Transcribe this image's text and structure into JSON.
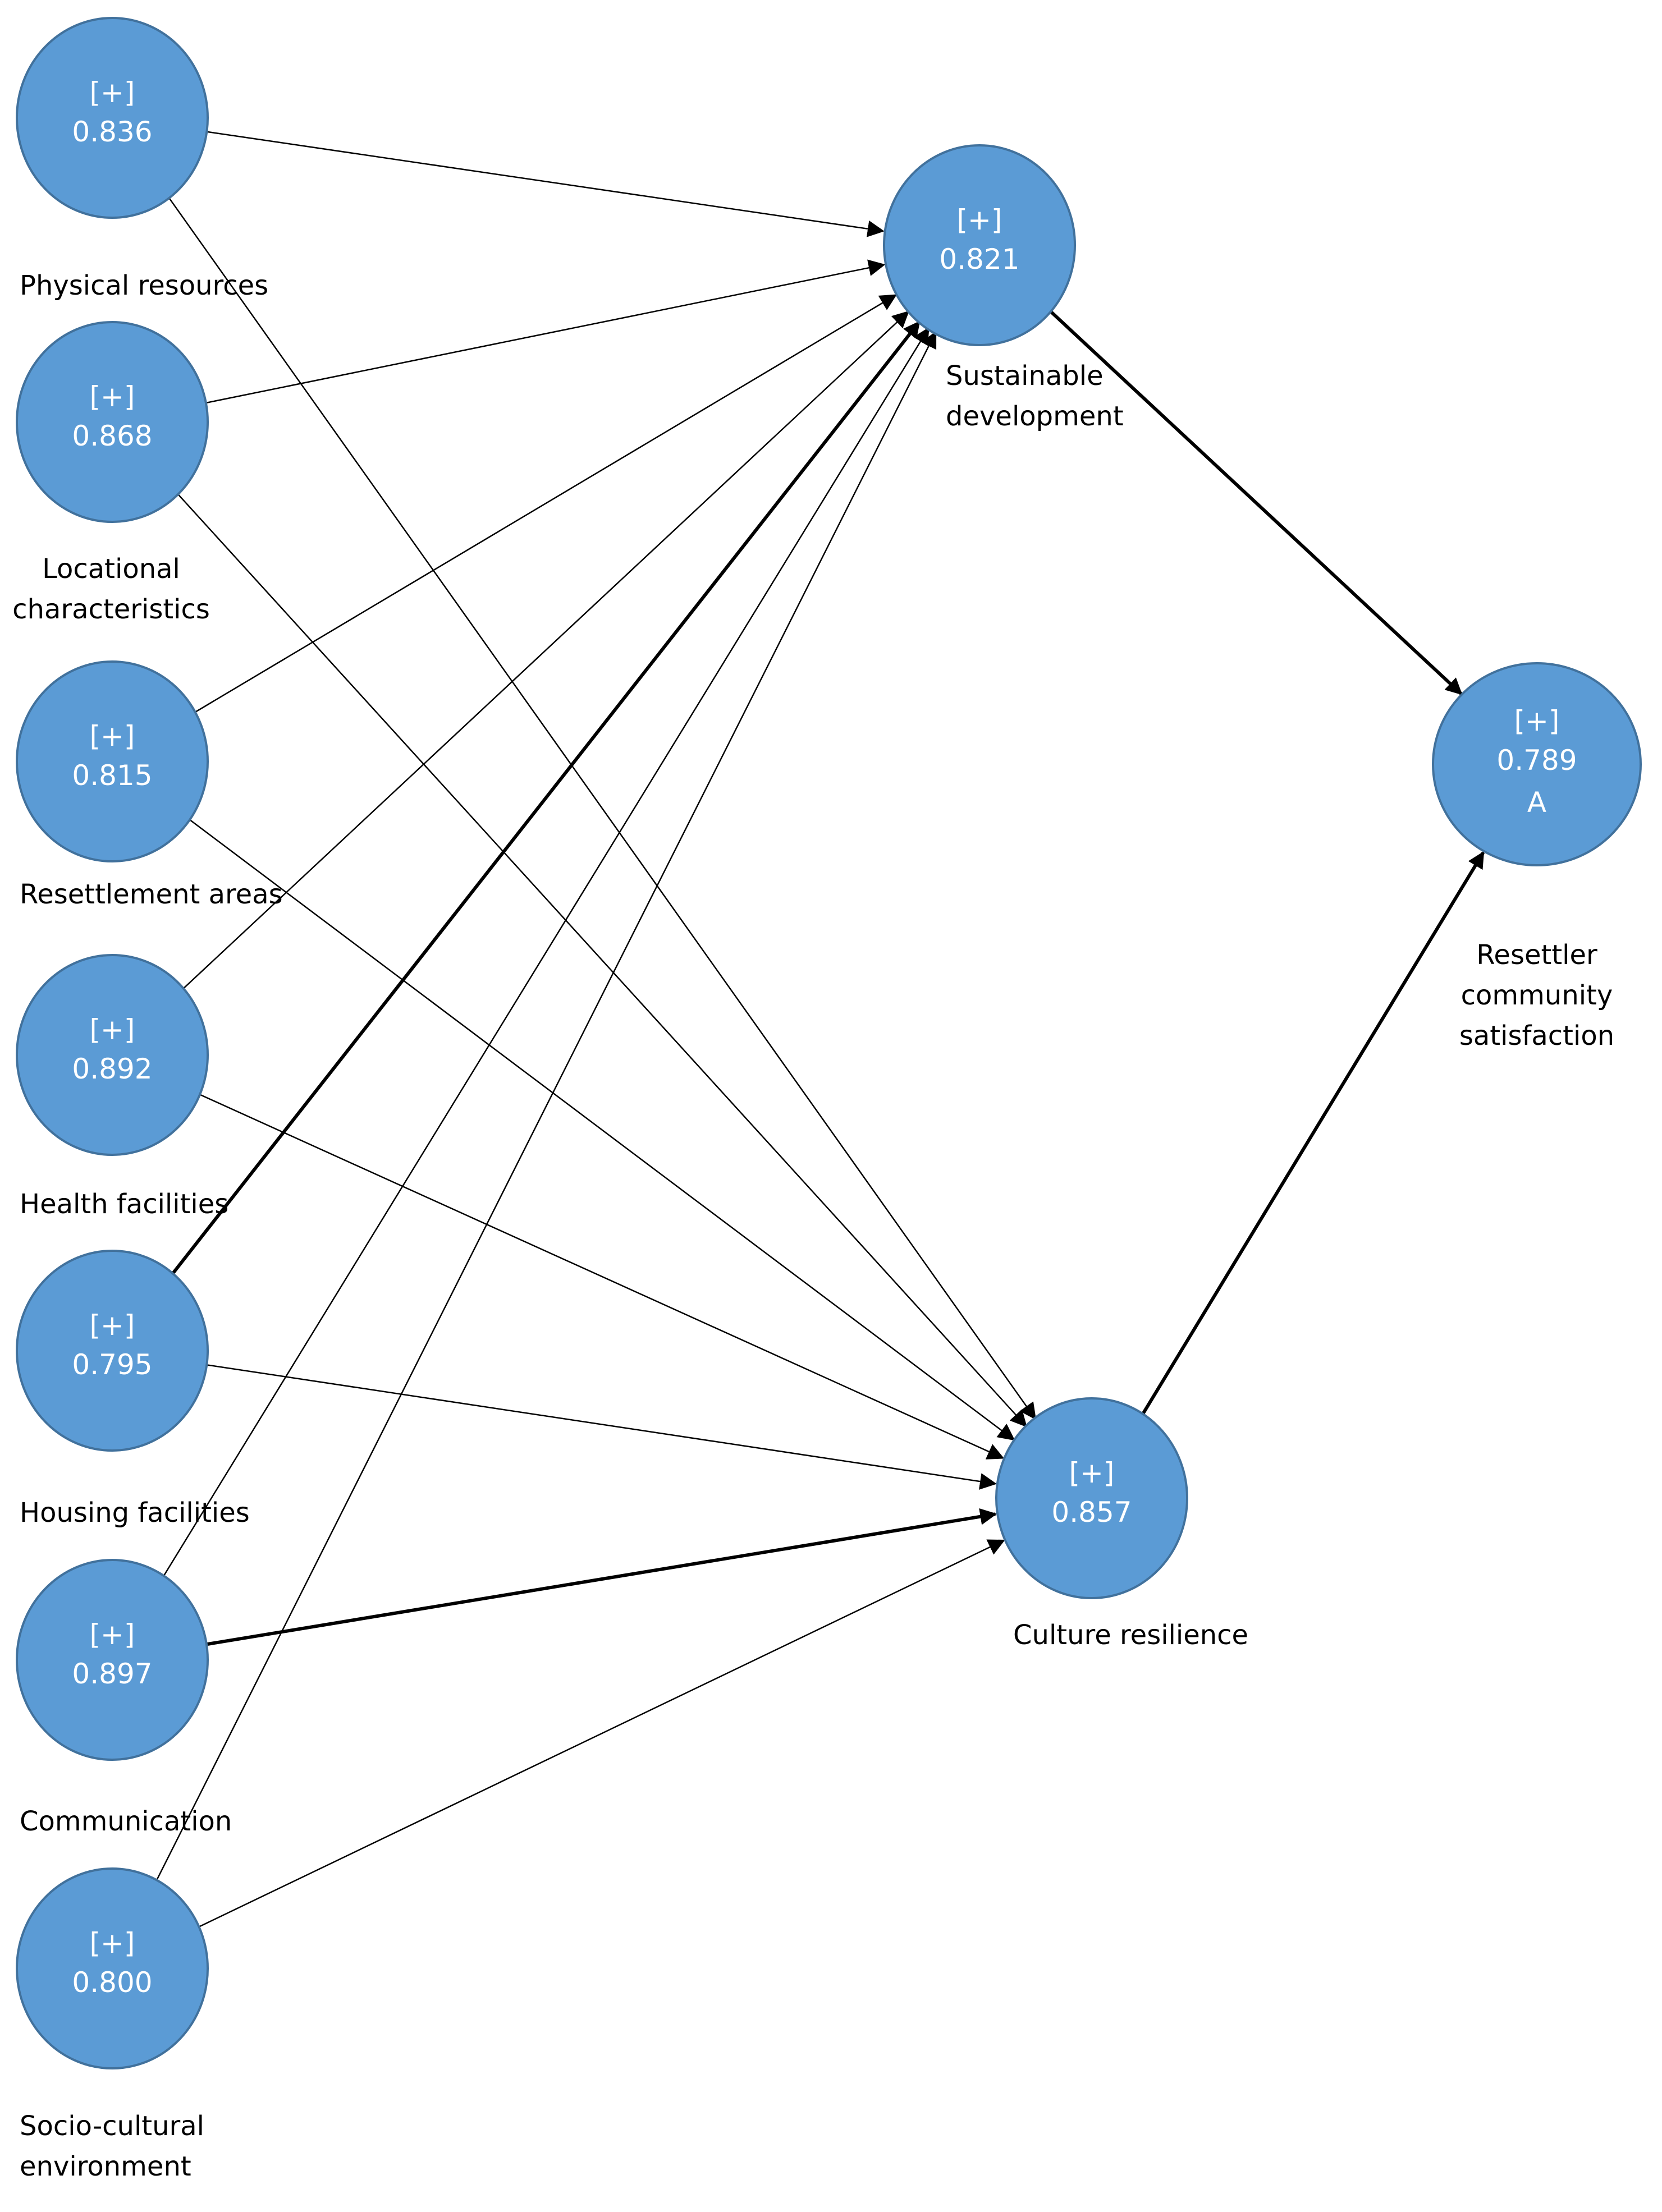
{
  "diagram": {
    "colors": {
      "node_fill": "#5b9bd5",
      "node_stroke": "#41719c",
      "text_on_node": "#ffffff",
      "edge": "#000000"
    },
    "nodes": [
      {
        "id": "physical",
        "toggle": "[+]",
        "value": "0.836",
        "label_lines": [
          "Physical resources"
        ]
      },
      {
        "id": "locational",
        "toggle": "[+]",
        "value": "0.868",
        "label_lines": [
          "Locational",
          "characteristics"
        ]
      },
      {
        "id": "resettlement",
        "toggle": "[+]",
        "value": "0.815",
        "label_lines": [
          "Resettlement areas"
        ]
      },
      {
        "id": "health",
        "toggle": "[+]",
        "value": "0.892",
        "label_lines": [
          "Health facilities"
        ]
      },
      {
        "id": "housing",
        "toggle": "[+]",
        "value": "0.795",
        "label_lines": [
          "Housing facilities"
        ]
      },
      {
        "id": "communication",
        "toggle": "[+]",
        "value": "0.897",
        "label_lines": [
          "Communication"
        ]
      },
      {
        "id": "sociocultural",
        "toggle": "[+]",
        "value": "0.800",
        "label_lines": [
          "Socio-cultural",
          "environment"
        ]
      },
      {
        "id": "sustainable",
        "toggle": "[+]",
        "value": "0.821",
        "label_lines": [
          "Sustainable",
          "development"
        ]
      },
      {
        "id": "culture",
        "toggle": "[+]",
        "value": "0.857",
        "label_lines": [
          "Culture resilience"
        ]
      },
      {
        "id": "satisfaction",
        "toggle": "[+]",
        "value": "0.789",
        "extra": "A",
        "label_lines": [
          "Resettler",
          "community",
          "satisfaction"
        ]
      }
    ],
    "edges": [
      {
        "from": "physical",
        "to": "sustainable",
        "bold": false
      },
      {
        "from": "physical",
        "to": "culture",
        "bold": false
      },
      {
        "from": "locational",
        "to": "sustainable",
        "bold": false
      },
      {
        "from": "locational",
        "to": "culture",
        "bold": false
      },
      {
        "from": "resettlement",
        "to": "sustainable",
        "bold": false
      },
      {
        "from": "resettlement",
        "to": "culture",
        "bold": false
      },
      {
        "from": "health",
        "to": "sustainable",
        "bold": false
      },
      {
        "from": "health",
        "to": "culture",
        "bold": false
      },
      {
        "from": "housing",
        "to": "sustainable",
        "bold": true
      },
      {
        "from": "housing",
        "to": "culture",
        "bold": false
      },
      {
        "from": "communication",
        "to": "sustainable",
        "bold": false
      },
      {
        "from": "communication",
        "to": "culture",
        "bold": true
      },
      {
        "from": "sociocultural",
        "to": "sustainable",
        "bold": false
      },
      {
        "from": "sociocultural",
        "to": "culture",
        "bold": false
      },
      {
        "from": "sustainable",
        "to": "satisfaction",
        "bold": true
      },
      {
        "from": "culture",
        "to": "satisfaction",
        "bold": true
      }
    ]
  }
}
